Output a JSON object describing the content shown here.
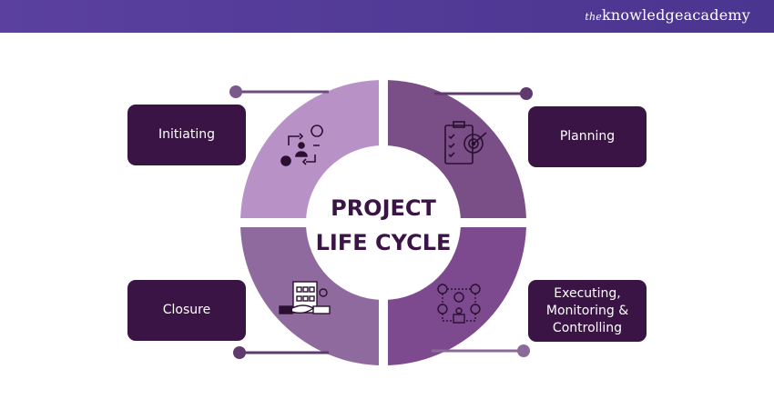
{
  "header": {
    "logo_prefix": "the",
    "logo_main": "knowledgeacademy"
  },
  "diagram": {
    "title_line1": "PROJECT",
    "title_line2": "LIFE CYCLE",
    "phases": [
      {
        "label": "Initiating",
        "icon": "ideas-process-icon",
        "color": "#b891c6"
      },
      {
        "label": "Planning",
        "icon": "clipboard-target-icon",
        "color": "#7a4e86"
      },
      {
        "label": "Closure",
        "icon": "handshake-icon",
        "color": "#8f6a9e"
      },
      {
        "label": "Executing, Monitoring & Controlling",
        "icon": "management-network-icon",
        "color": "#7e4a8f"
      }
    ],
    "box_color": "#3a1445"
  }
}
